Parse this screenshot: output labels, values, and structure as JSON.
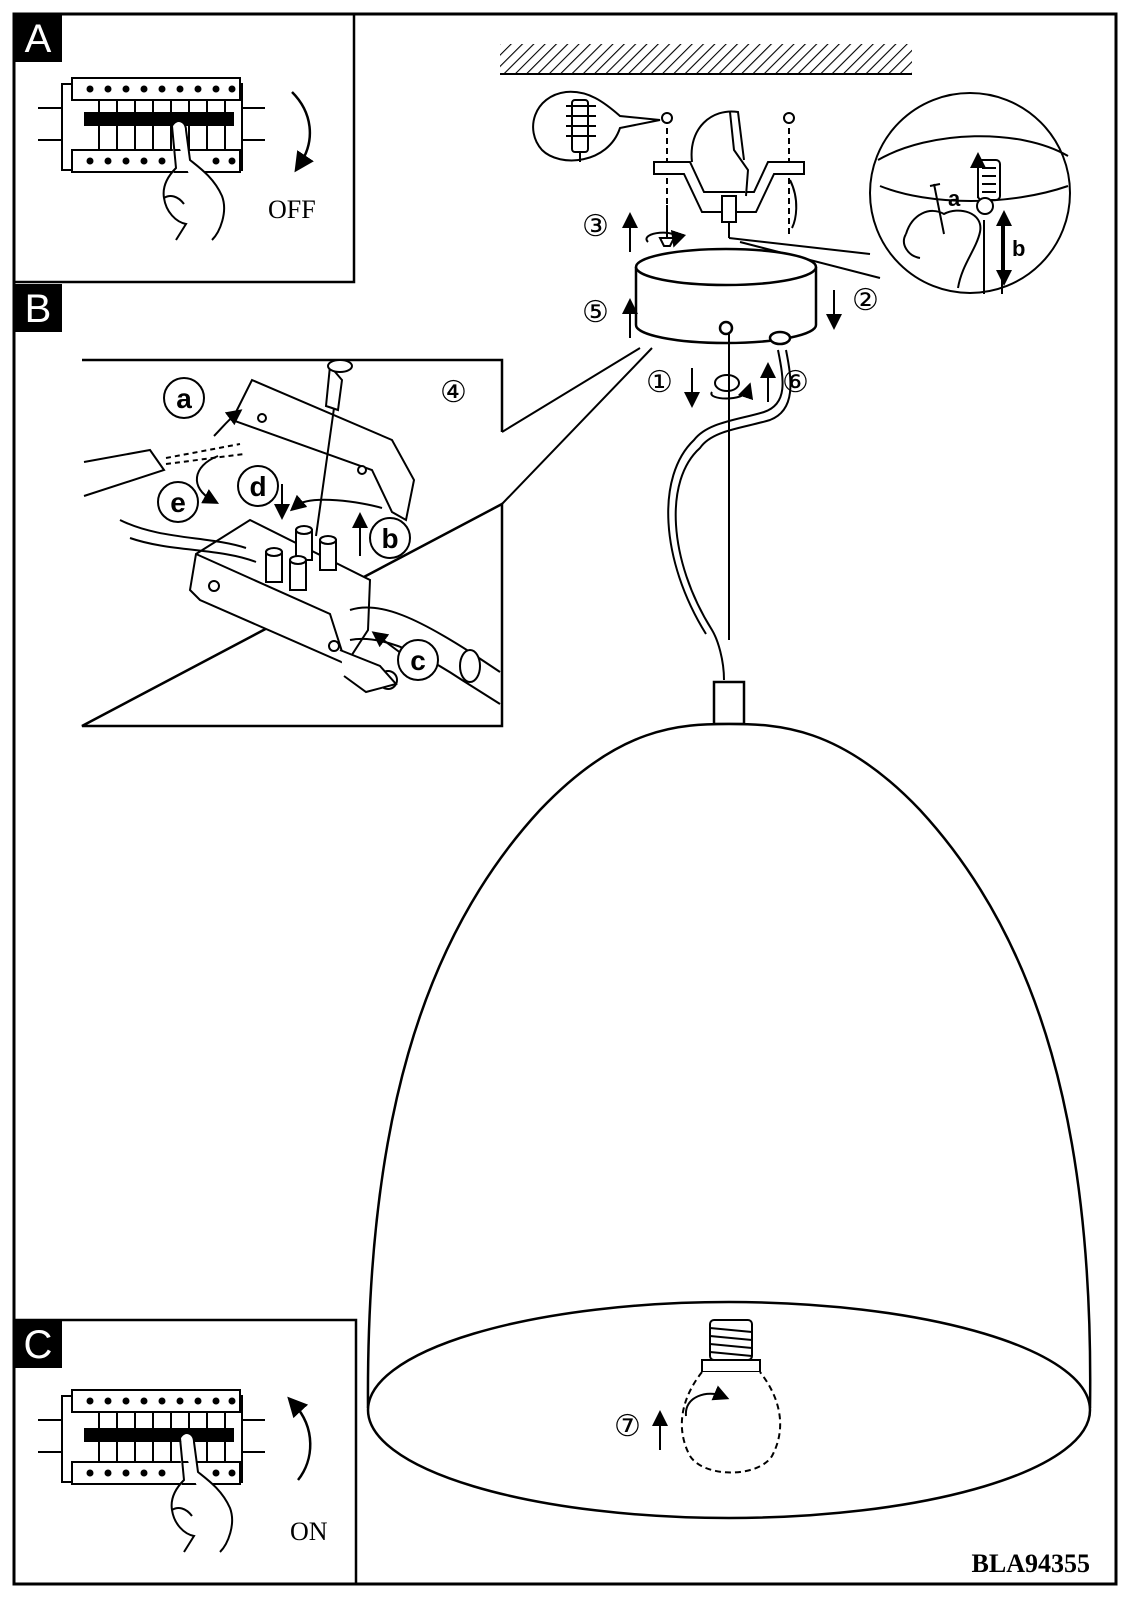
{
  "panels": {
    "a": {
      "letter": "A",
      "switch_label": "OFF"
    },
    "b": {
      "letter": "B"
    },
    "c": {
      "letter": "C",
      "switch_label": "ON"
    }
  },
  "steps": {
    "s1": "①",
    "s2": "②",
    "s3": "③",
    "s4": "④",
    "s5": "⑤",
    "s6": "⑥",
    "s7": "⑦"
  },
  "inset_labels": {
    "a": "a",
    "b": "b",
    "c": "c",
    "d": "d",
    "e": "e"
  },
  "detail_labels": {
    "a": "a",
    "b": "b"
  },
  "model_code": "BLA94355",
  "icons": [
    "circuit-breaker-icon",
    "hand-icon",
    "wall-plug-icon",
    "screwdriver-icon",
    "light-bulb-icon",
    "ceiling-hatch"
  ]
}
